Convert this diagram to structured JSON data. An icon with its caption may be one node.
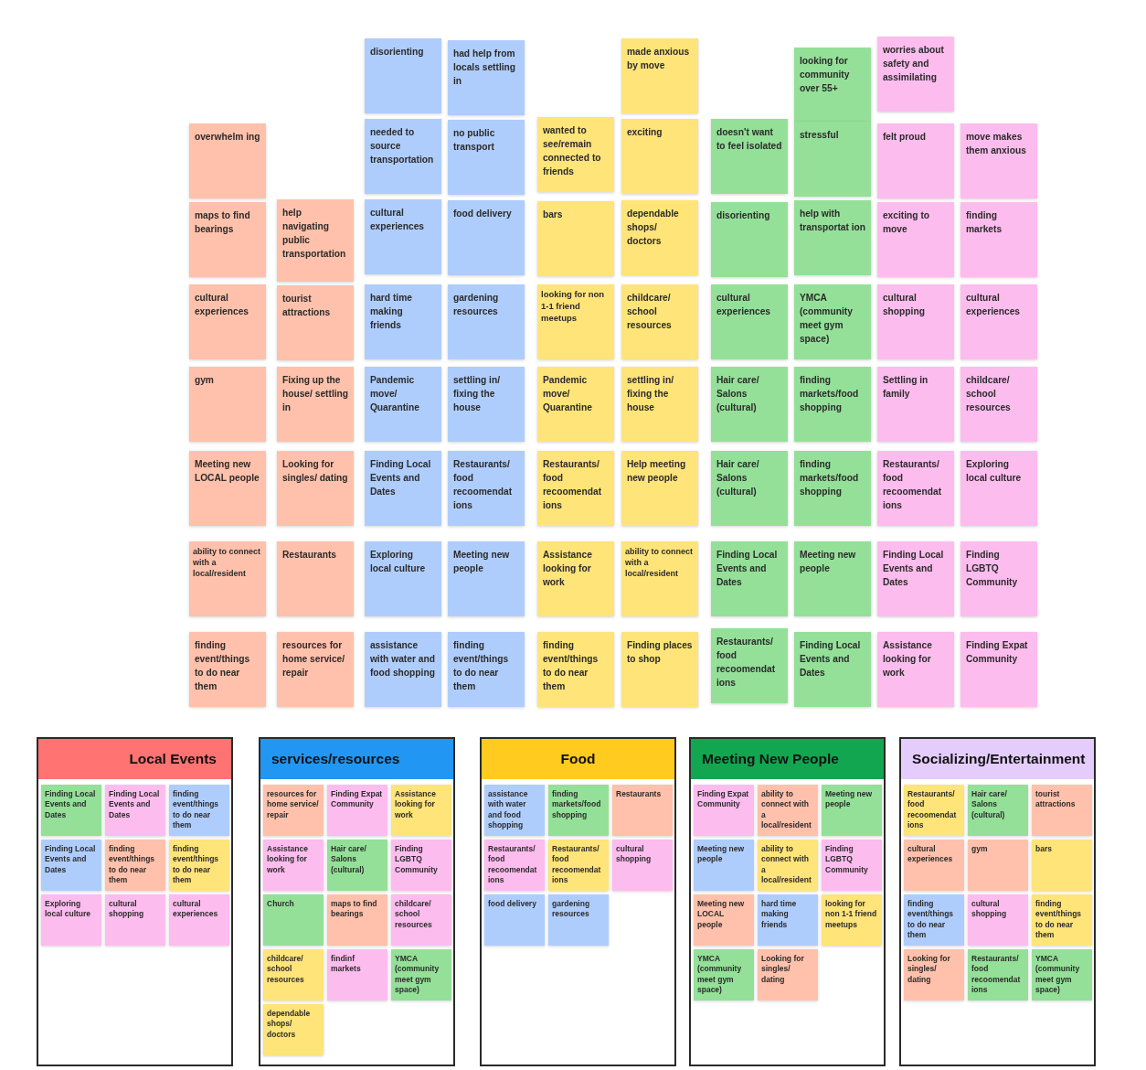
{
  "diagram": {
    "nodes": [
      {
        "text": [
          "overwhelm ing"
        ]
      },
      {
        "text": [
          "maps to find bearings"
        ]
      },
      {
        "text": [
          "cultural experiences"
        ]
      },
      {
        "text": [
          "gym"
        ]
      },
      {
        "text": [
          "Meeting new LOCAL people"
        ]
      },
      {
        "text": [
          "ability to connect with a local/resident"
        ]
      },
      {
        "text": [
          "finding event/things to do near them"
        ]
      },
      {
        "text": [
          "help navigating public transportation"
        ]
      },
      {
        "text": [
          "tourist attractions"
        ]
      },
      {
        "text": [
          "Fixing up the house/ settling in"
        ]
      },
      {
        "text": [
          "Looking for singles/ dating"
        ]
      },
      {
        "text": [
          "Restaurants"
        ]
      },
      {
        "text": [
          "resources for home service/ repair"
        ]
      },
      {
        "text": [
          "disorienting"
        ]
      },
      {
        "text": [
          "needed to source transportation"
        ]
      },
      {
        "text": [
          "cultural experiences"
        ]
      },
      {
        "text": [
          "hard time making friends"
        ]
      },
      {
        "text": [
          "Pandemic move/ Quarantine"
        ]
      },
      {
        "text": [
          "Finding Local Events and Dates"
        ]
      },
      {
        "text": [
          "Exploring local culture"
        ]
      },
      {
        "text": [
          "assistance with water and food shopping"
        ]
      },
      {
        "text": [
          "had help from locals settling in"
        ]
      },
      {
        "text": [
          "no public transport"
        ]
      },
      {
        "text": [
          "food delivery"
        ]
      },
      {
        "text": [
          "gardening resources"
        ]
      },
      {
        "text": [
          "settling in/ fixing the house"
        ]
      },
      {
        "text": [
          "Restaurants/ food recoomendat ions"
        ]
      },
      {
        "text": [
          "Meeting new people"
        ]
      },
      {
        "text": [
          "finding event/things to do near them"
        ]
      },
      {
        "text": [
          "wanted to see/remain connected to friends"
        ]
      },
      {
        "text": [
          "bars"
        ]
      },
      {
        "text": [
          "looking for non 1-1 friend meetups"
        ]
      },
      {
        "text": [
          "Pandemic move/ Quarantine"
        ]
      },
      {
        "text": [
          "Restaurants/ food recoomendat ions"
        ]
      },
      {
        "text": [
          "Assistance looking for work"
        ]
      },
      {
        "text": [
          "finding event/things to do near them"
        ]
      },
      {
        "text": [
          "made anxious by move"
        ]
      },
      {
        "text": [
          "exciting"
        ]
      },
      {
        "text": [
          "dependable shops/ doctors"
        ]
      },
      {
        "text": [
          "childcare/ school resources"
        ]
      },
      {
        "text": [
          "settling in/ fixing the house"
        ]
      },
      {
        "text": [
          "Help meeting new people"
        ]
      },
      {
        "text": [
          "ability to connect with a local/resident"
        ]
      },
      {
        "text": [
          "Finding places to shop"
        ]
      },
      {
        "text": [
          "doesn't want to feel isolated"
        ]
      },
      {
        "text": [
          "disorienting"
        ]
      },
      {
        "text": [
          "cultural experiences"
        ]
      },
      {
        "text": [
          "Hair care/ Salons (cultural)"
        ]
      },
      {
        "text": [
          "Hair care/ Salons (cultural)"
        ]
      },
      {
        "text": [
          "Finding Local Events and Dates"
        ]
      },
      {
        "text": [
          "Restaurants/ food recoomendat ions"
        ]
      },
      {
        "text": [
          "looking for community over 55+"
        ]
      },
      {
        "text": [
          "stressful"
        ]
      },
      {
        "text": [
          "help with transportat ion"
        ]
      },
      {
        "text": [
          "YMCA (community meet gym space)"
        ]
      },
      {
        "text": [
          "finding markets/food shopping"
        ]
      },
      {
        "text": [
          "finding markets/food shopping"
        ]
      },
      {
        "text": [
          "Meeting new people"
        ]
      },
      {
        "text": [
          "Finding Local Events and Dates"
        ]
      },
      {
        "text": [
          "worries about safety and assimilating"
        ]
      },
      {
        "text": [
          "felt proud"
        ]
      },
      {
        "text": [
          "exciting to move"
        ]
      },
      {
        "text": [
          "cultural shopping"
        ]
      },
      {
        "text": [
          "Settling in family"
        ]
      },
      {
        "text": [
          "Restaurants/ food recoomendat ions"
        ]
      },
      {
        "text": [
          "Finding Local Events and Dates"
        ]
      },
      {
        "text": [
          "Assistance looking for work"
        ]
      },
      {
        "text": [
          "move makes them anxious"
        ]
      },
      {
        "text": [
          "finding markets"
        ]
      },
      {
        "text": [
          "cultural experiences"
        ]
      },
      {
        "text": [
          "childcare/ school resources"
        ]
      },
      {
        "text": [
          "Exploring local culture"
        ]
      },
      {
        "text": [
          "Finding LGBTQ Community"
        ]
      },
      {
        "text": [
          "Finding Expat Community"
        ]
      },
      {
        "text": [
          "Local Events"
        ]
      },
      {
        "text": [
          "Finding Local Events and Dates"
        ],
        "in": 74
      },
      {
        "text": [
          "Finding Local Events and Dates"
        ],
        "in": 74
      },
      {
        "text": [
          "finding event/things to do near them"
        ],
        "in": 74
      },
      {
        "text": [
          "Finding Local Events and Dates"
        ],
        "in": 74
      },
      {
        "text": [
          "finding event/things to do near them"
        ],
        "in": 74
      },
      {
        "text": [
          "finding event/things to do near them"
        ],
        "in": 74
      },
      {
        "text": [
          "Exploring local culture"
        ],
        "in": 74
      },
      {
        "text": [
          "cultural shopping"
        ],
        "in": 74
      },
      {
        "text": [
          "cultural experiences"
        ],
        "in": 74
      },
      {
        "text": [
          "services/resources"
        ]
      },
      {
        "text": [
          "resources for home service/ repair"
        ],
        "in": 84
      },
      {
        "text": [
          "Finding Expat Community"
        ],
        "in": 84
      },
      {
        "text": [
          "Assistance looking for work"
        ],
        "in": 84
      },
      {
        "text": [
          "Assistance looking for work"
        ],
        "in": 84
      },
      {
        "text": [
          "Hair care/ Salons (cultural)"
        ],
        "in": 84
      },
      {
        "text": [
          "Finding LGBTQ Community"
        ],
        "in": 84
      },
      {
        "text": [
          "Church"
        ],
        "in": 84
      },
      {
        "text": [
          "maps to find bearings"
        ],
        "in": 84
      },
      {
        "text": [
          "childcare/ school resources"
        ],
        "in": 84
      },
      {
        "text": [
          "childcare/ school resources"
        ],
        "in": 84
      },
      {
        "text": [
          "findinf markets"
        ],
        "in": 84
      },
      {
        "text": [
          "YMCA (community meet gym space)"
        ],
        "in": 84
      },
      {
        "text": [
          "dependable shops/ doctors"
        ],
        "in": 84
      },
      {
        "text": [
          "Food"
        ]
      },
      {
        "text": [
          "assistance with water and food shopping"
        ],
        "in": 98
      },
      {
        "text": [
          "finding markets/food shopping"
        ],
        "in": 98
      },
      {
        "text": [
          "Restaurants"
        ],
        "in": 98
      },
      {
        "text": [
          "Restaurants/ food recoomendat ions"
        ],
        "in": 98
      },
      {
        "text": [
          "Restaurants/ food recoomendat ions"
        ],
        "in": 98
      },
      {
        "text": [
          "cultural shopping"
        ],
        "in": 98
      },
      {
        "text": [
          "food delivery"
        ],
        "in": 98
      },
      {
        "text": [
          "gardening resources"
        ],
        "in": 98
      },
      {
        "text": [
          "Meeting New People"
        ]
      },
      {
        "text": [
          "Finding Expat Community"
        ],
        "in": 107
      },
      {
        "text": [
          "ability to connect with a local/resident"
        ],
        "in": 107
      },
      {
        "text": [
          "Meeting new people"
        ],
        "in": 107
      },
      {
        "text": [
          "Meeting new people"
        ],
        "in": 107
      },
      {
        "text": [
          "ability to connect with a local/resident"
        ],
        "in": 107
      },
      {
        "text": [
          "Finding LGBTQ Community"
        ],
        "in": 107
      },
      {
        "text": [
          "Meeting new LOCAL people"
        ],
        "in": 107
      },
      {
        "text": [
          "hard time making friends"
        ],
        "in": 107
      },
      {
        "text": [
          "looking for non 1-1 friend meetups"
        ],
        "in": 107
      },
      {
        "text": [
          "YMCA (community meet gym space)"
        ],
        "in": 107
      },
      {
        "text": [
          "Looking for singles/ dating"
        ],
        "in": 107
      },
      {
        "text": [
          "Socializing/Entertainment"
        ]
      },
      {
        "text": [
          "Restaurants/ food recoomendat ions"
        ],
        "in": 119
      },
      {
        "text": [
          "Hair care/ Salons (cultural)"
        ],
        "in": 119
      },
      {
        "text": [
          "tourist attractions"
        ],
        "in": 119
      },
      {
        "text": [
          "cultural experiences"
        ],
        "in": 119
      },
      {
        "text": [
          "gym"
        ],
        "in": 119
      },
      {
        "text": [
          "bars"
        ],
        "in": 119
      },
      {
        "text": [
          "finding event/things to do near them"
        ],
        "in": 119
      },
      {
        "text": [
          "cultural shopping"
        ],
        "in": 119
      },
      {
        "text": [
          "finding event/things to do near them"
        ],
        "in": 119
      },
      {
        "text": [
          "Looking for singles/ dating"
        ],
        "in": 119
      },
      {
        "text": [
          "Restaurants/ food recoomendat ions"
        ],
        "in": 119
      },
      {
        "text": [
          "YMCA (community meet gym space)"
        ],
        "in": 119
      }
    ]
  }
}
